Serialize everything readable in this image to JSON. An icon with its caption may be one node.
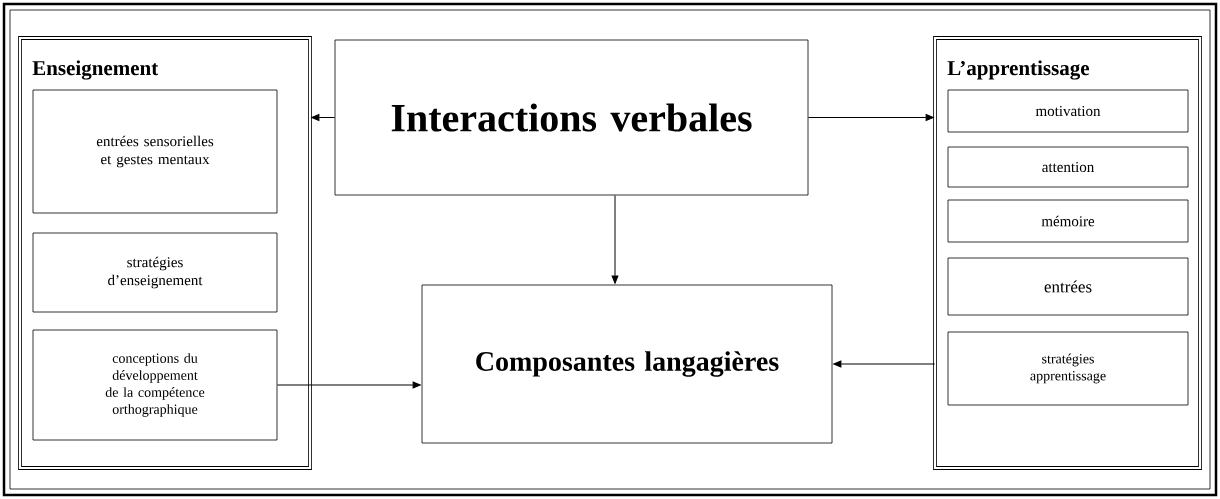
{
  "diagram": {
    "nodes": [
      {
        "text": [
          "Enseignement"
        ]
      },
      {
        "text": [
          "entrées sensorielles et gestes mentaux"
        ],
        "in": 0
      },
      {
        "text": [
          "stratégies d’enseignement"
        ],
        "in": 0
      },
      {
        "text": [
          "conceptions du développement de la compétence orthographique"
        ],
        "in": 0
      },
      {
        "text": [
          "Interactions verbales"
        ]
      },
      {
        "text": [
          "Composantes langagières"
        ]
      },
      {
        "text": [
          "L’apprentissage"
        ]
      },
      {
        "text": [
          "motivation"
        ],
        "in": 6
      },
      {
        "text": [
          "attention"
        ],
        "in": 6
      },
      {
        "text": [
          "mémoire"
        ],
        "in": 6
      },
      {
        "text": [
          "entrées"
        ],
        "in": 6
      },
      {
        "text": [
          "stratégies apprentissage"
        ],
        "in": 6
      }
    ],
    "edges": [
      {
        "from": 4,
        "to": 0,
        "arrow": "to"
      },
      {
        "from": 4,
        "to": 6,
        "arrow": "to"
      },
      {
        "from": 4,
        "to": 5,
        "arrow": "to"
      },
      {
        "from": 3,
        "to": 5,
        "arrow": "to"
      },
      {
        "from": 6,
        "to": 5,
        "arrow": "to"
      }
    ]
  }
}
